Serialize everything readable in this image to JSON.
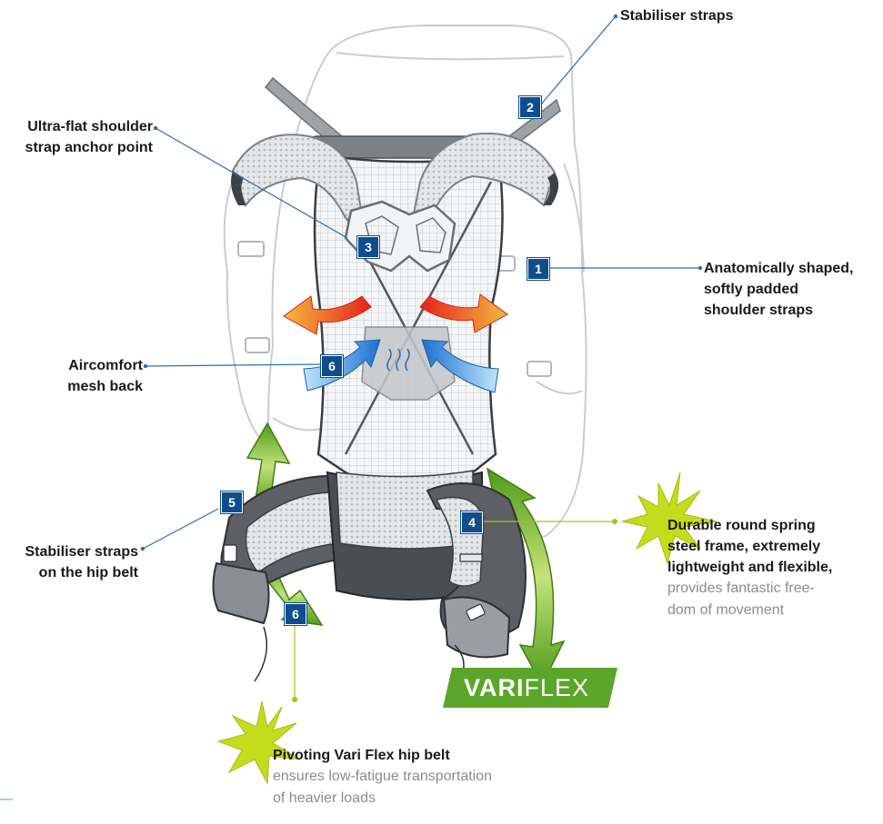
{
  "callouts": {
    "stabiliser_straps": "Stabiliser straps",
    "anchor_point": {
      "line1": "Ultra-flat shoulder",
      "line2": "strap anchor point"
    },
    "shoulder_straps": {
      "line1": "Anatomically shaped,",
      "line2": "softly padded",
      "line3": "shoulder straps"
    },
    "mesh_back": {
      "line1": "Aircomfort",
      "line2": "mesh back"
    },
    "hip_stabiliser": {
      "line1": "Stabiliser straps",
      "line2": "on the hip belt"
    },
    "spring_frame": {
      "line1": "Durable round spring",
      "line2": "steel frame, extremely",
      "line3": "lightweight and flexible,",
      "sub1": "provides fantastic free-",
      "sub2": "dom of movement"
    },
    "hip_belt": {
      "title": "Pivoting Vari Flex hip belt",
      "sub1": "ensures low-fatigue transportation",
      "sub2": "of heavier loads"
    }
  },
  "badges": {
    "b1": "1",
    "b2": "2",
    "b3": "3",
    "b4": "4",
    "b5": "5",
    "b6a": "6",
    "b6b": "6"
  },
  "logo": {
    "bold": "VARI",
    "light": "FLEX"
  },
  "colors": {
    "badge": "#0f4d8c",
    "leader_blue": "#2a6fb0",
    "leader_green": "#a8c21c",
    "green_arrow": "#7ab51d",
    "logo_green": "#5aa52a",
    "warm_arrow": "#e8402a",
    "cool_arrow": "#2a8be0"
  }
}
